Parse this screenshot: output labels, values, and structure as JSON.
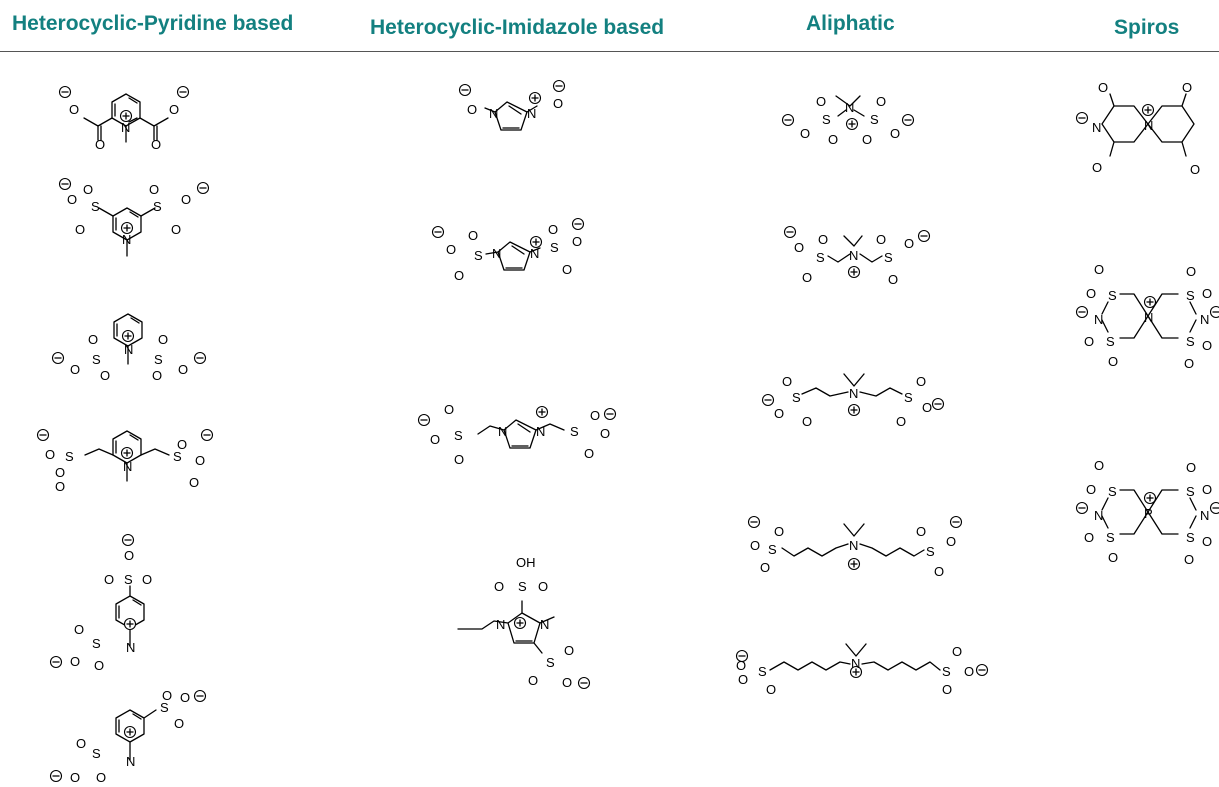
{
  "colors": {
    "heading": "#138080",
    "rule": "#555555",
    "bond": "#000000"
  },
  "columns": [
    {
      "title": "Heterocyclic-Pyridine based"
    },
    {
      "title": "Heterocyclic-Imidazole based"
    },
    {
      "title": "Aliphatic"
    },
    {
      "title": "Spiros"
    }
  ],
  "atoms": {
    "O": "O",
    "N": "N",
    "S": "S",
    "P": "P",
    "OH": "OH"
  },
  "structures": {
    "pyridine": [
      "pyridinium-2,6-dicarboxylate",
      "pyridinium-3,5-disulfonate",
      "pyridinium-2,6-disulfonate",
      "pyridinium-2,6-bis(methylsulfonate)",
      "pyridinium-2,4-disulfonate",
      "pyridinium-2,5-disulfonate"
    ],
    "imidazole": [
      "imidazolium-N,N'-dioxide",
      "imidazolium-N,N'-disulfonate",
      "imidazolium-N,N'-bis(methylsulfonate)",
      "1-ethyl-3-methylimidazolium-2,4-disulfonate"
    ],
    "aliphatic": [
      "ammonium-disulfonate",
      "ammonium-bis(methylsulfonate)",
      "ammonium-bis(ethylsulfonate)",
      "ammonium-bis(propylsulfonate)",
      "ammonium-bis(butylsulfonate)"
    ],
    "spiro": [
      "spiro-diketopiperazinium",
      "spiro-N-thiadiazinium",
      "spiro-P-thiadiazinium"
    ]
  }
}
